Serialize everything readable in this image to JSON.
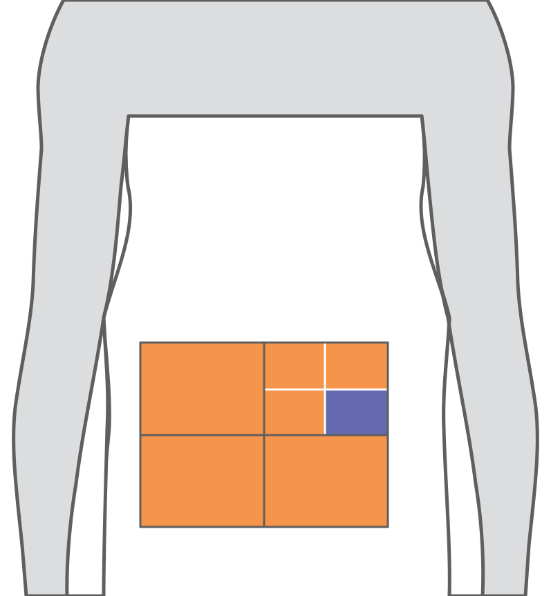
{
  "colors": {
    "body_fill": "#dcdddf",
    "outline": "#5f5f5f",
    "region_fill": "#f5944a",
    "highlight_fill": "#6469b0",
    "subdivision_line": "#ffffff"
  },
  "regions": [
    {
      "id": "upper-left",
      "highlighted": false
    },
    {
      "id": "upper-right-top-left",
      "highlighted": false
    },
    {
      "id": "upper-right-top-right",
      "highlighted": false
    },
    {
      "id": "upper-right-bottom-left",
      "highlighted": false
    },
    {
      "id": "upper-right-bottom-right",
      "highlighted": true
    },
    {
      "id": "lower-left",
      "highlighted": false
    },
    {
      "id": "lower-right",
      "highlighted": false
    }
  ]
}
